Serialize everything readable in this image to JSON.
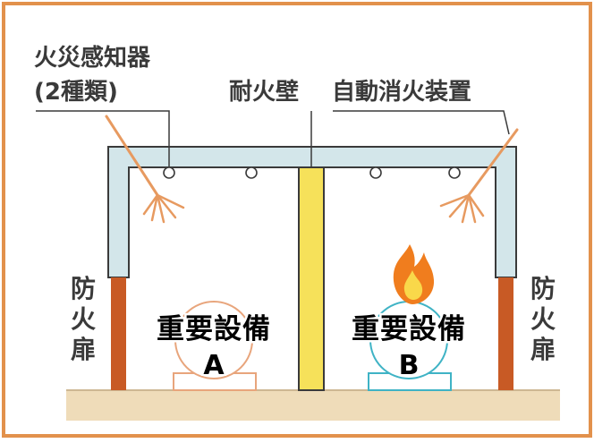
{
  "labels": {
    "detector_line1": "火災感知器",
    "detector_line2": "(2種類)",
    "firewall": "耐火壁",
    "extinguisher": "自動消火装置",
    "fire_door_left": "防火扉",
    "fire_door_right": "防火扉"
  },
  "equipment": [
    {
      "title": "重要設備",
      "letter": "A",
      "has_fire": false
    },
    {
      "title": "重要設備",
      "letter": "B",
      "has_fire": true
    }
  ],
  "colors": {
    "border": "#e2914c",
    "ceiling": "#d3e6ea",
    "ceiling_stroke": "#3a3a3a",
    "door": "#c85a25",
    "firewall": "#f6e15a",
    "floor": "#efdcb9",
    "equipment_a": "#e8a57c",
    "equipment_b": "#3fb3c5",
    "spray": "#e79a60",
    "flame": "#f07d1e"
  }
}
